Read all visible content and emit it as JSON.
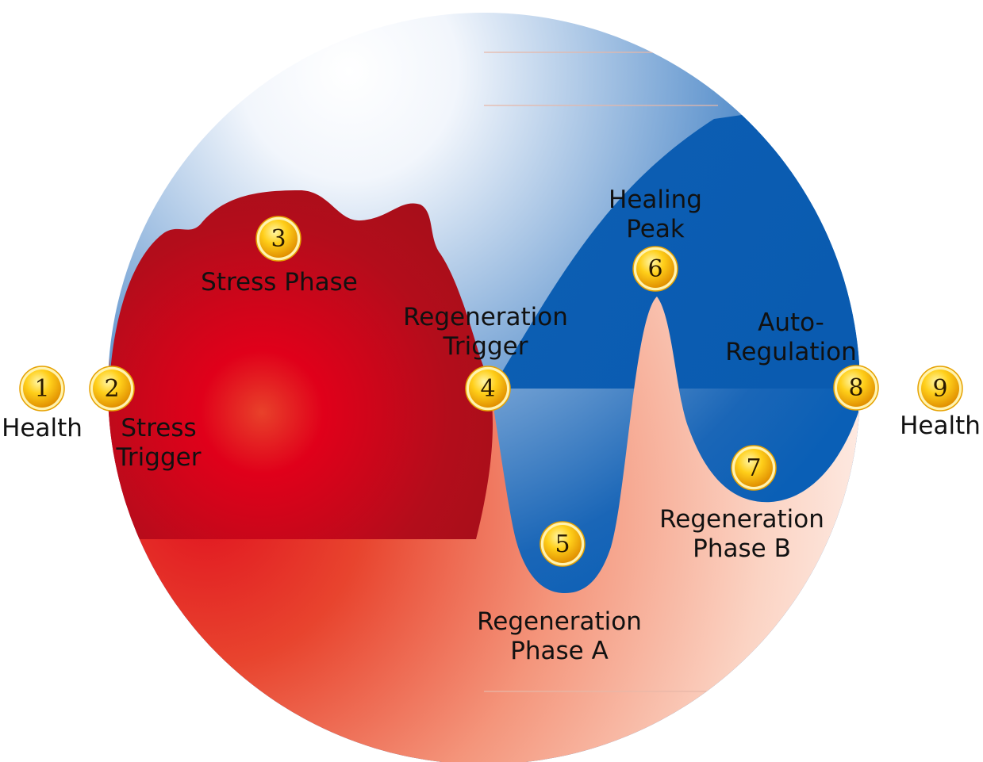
{
  "colors": {
    "stress_red": "#e3001b",
    "stress_dark": "#a20f1a",
    "regeneration_blue": "#0a5fb6",
    "light_pink": "#f9cbb8",
    "badge_gold": "#f3b000"
  },
  "stages": [
    {
      "number": "1",
      "label_lines": [
        "Health"
      ]
    },
    {
      "number": "2",
      "label_lines": [
        "Stress",
        "Trigger"
      ]
    },
    {
      "number": "3",
      "label_lines": [
        "Stress Phase"
      ]
    },
    {
      "number": "4",
      "label_lines": [
        "Regeneration",
        "Trigger"
      ]
    },
    {
      "number": "5",
      "label_lines": [
        "Regeneration",
        "Phase A"
      ]
    },
    {
      "number": "6",
      "label_lines": [
        "Healing",
        "Peak"
      ]
    },
    {
      "number": "7",
      "label_lines": [
        "Regeneration",
        "Phase B"
      ]
    },
    {
      "number": "8",
      "label_lines": [
        "Auto-",
        "Regulation"
      ]
    },
    {
      "number": "9",
      "label_lines": [
        "Health"
      ]
    }
  ]
}
